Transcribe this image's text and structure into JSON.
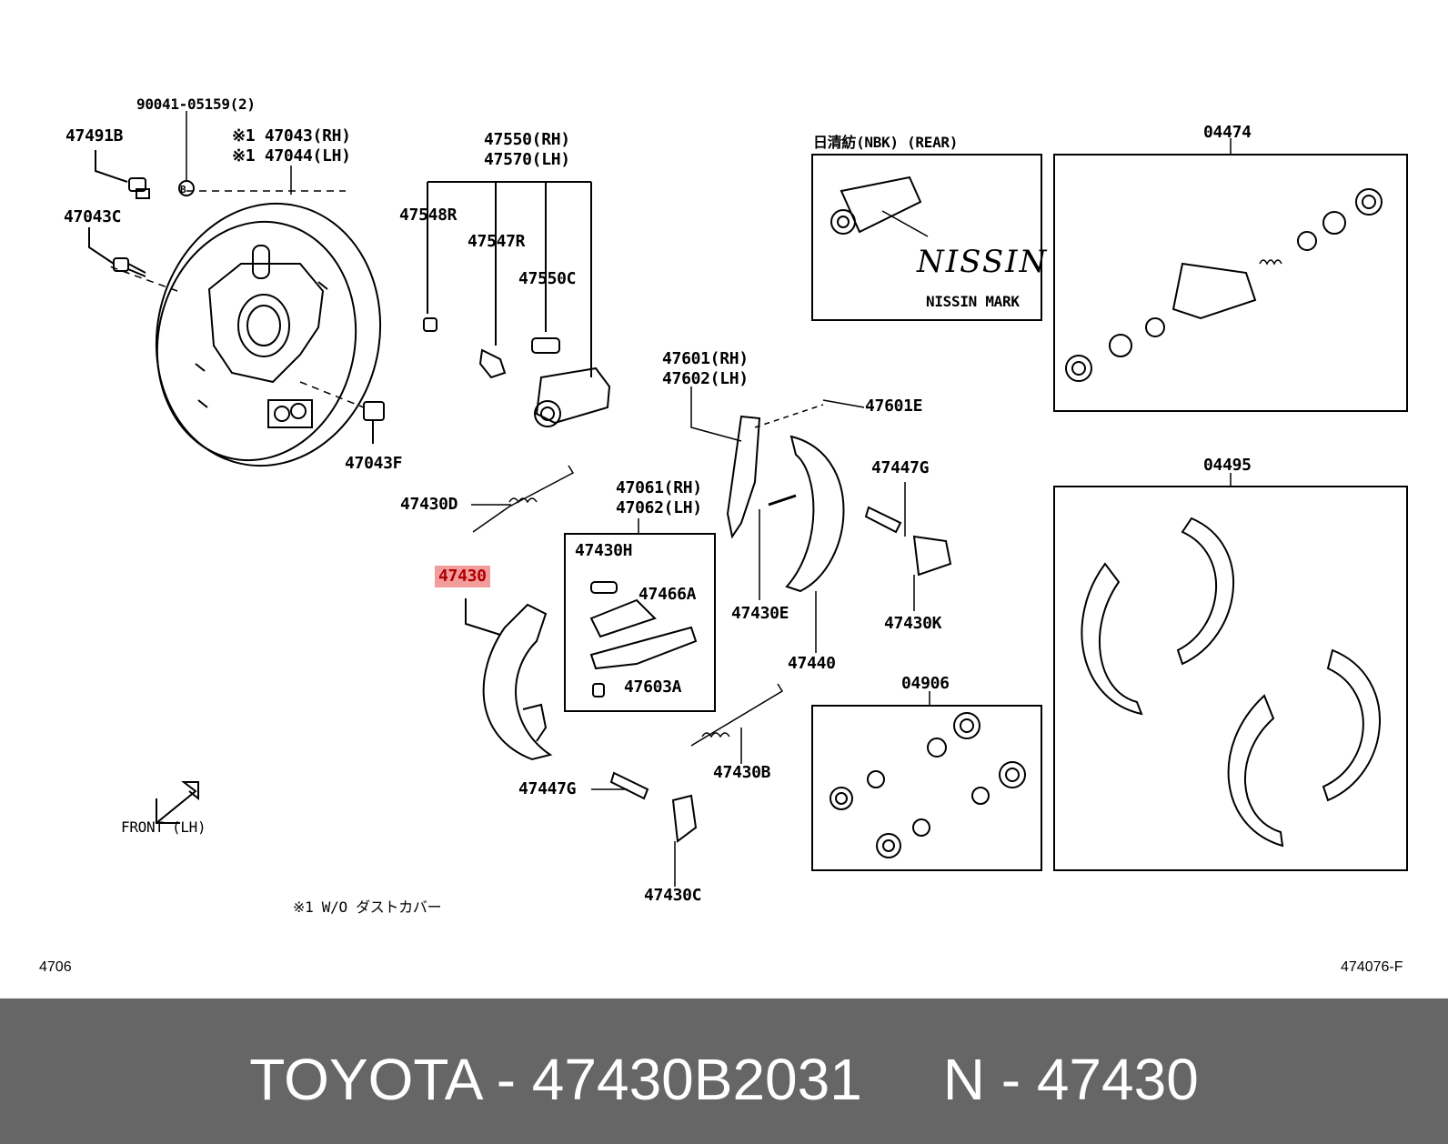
{
  "labels": {
    "bolt_9004": "90041-05159(2)",
    "p47491b": "47491B",
    "p47043_rh": "※1 47043(RH)",
    "p47044_lh": "※1 47044(LH)",
    "p47043c": "47043C",
    "p47043f": "47043F",
    "p47550_rh": "47550(RH)",
    "p47570_lh": "47570(LH)",
    "p47548r": "47548R",
    "p47547r": "47547R",
    "p47550c": "47550C",
    "p47430d": "47430D",
    "p47061_rh": "47061(RH)",
    "p47062_lh": "47062(LH)",
    "p47430h": "47430H",
    "p47466a": "47466A",
    "p47603a": "47603A",
    "p47430": "47430",
    "p47447g_lower": "47447G",
    "p47430c": "47430C",
    "p47430b": "47430B",
    "p47601_rh": "47601(RH)",
    "p47602_lh": "47602(LH)",
    "p47601e": "47601E",
    "p47430e": "47430E",
    "p47440": "47440",
    "p47447g_upper": "47447G",
    "p47430k": "47430K",
    "nissin_box_title": "日清紡(NBK) (REAR)",
    "nissin_logo": "NISSIN",
    "nissin_mark": "NISSIN MARK",
    "kit_04474": "04474",
    "kit_04495": "04495",
    "kit_04906": "04906",
    "front_lh": "FRONT (LH)",
    "note": "※1 W/O ダストカバー",
    "bubble_b": "B",
    "page_code": "4706",
    "figure_code": "474076-F"
  },
  "footer": {
    "text": "TOYOTA - 47430B2031     N - 47430"
  },
  "colors": {
    "highlight_bg": "#f39c9c",
    "highlight_text": "#b00000",
    "footer_bg": "#666666",
    "footer_text": "#ffffff"
  }
}
